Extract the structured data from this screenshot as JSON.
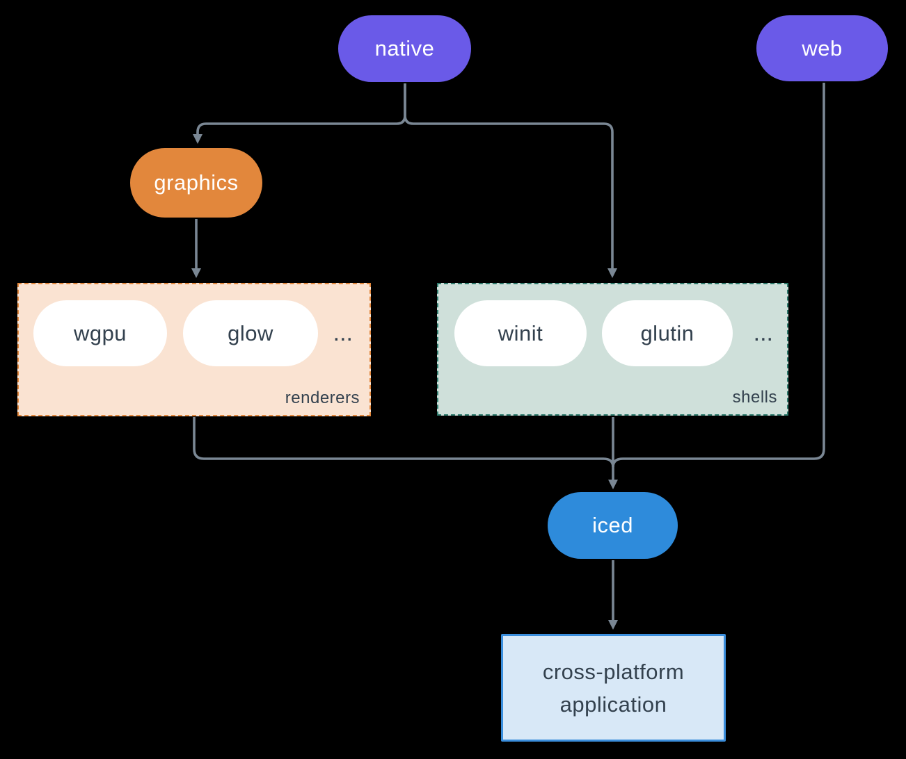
{
  "nodes": {
    "native": {
      "label": "native",
      "color": "#6A5AE8"
    },
    "web": {
      "label": "web",
      "color": "#6A5AE8"
    },
    "graphics": {
      "label": "graphics",
      "color": "#E2873C"
    },
    "iced": {
      "label": "iced",
      "color": "#2E8BDB"
    },
    "app": {
      "lines": [
        "cross-platform",
        "application"
      ],
      "fill": "#D8E8F7",
      "border": "#3B8EDC"
    }
  },
  "groups": {
    "renderers": {
      "label": "renderers",
      "items": [
        "wgpu",
        "glow"
      ],
      "ellipsis": "...",
      "fill": "#FAE3D2",
      "border": "#E2873C"
    },
    "shells": {
      "label": "shells",
      "items": [
        "winit",
        "glutin"
      ],
      "ellipsis": "...",
      "fill": "#CFE0DA",
      "border": "#2E7A6C"
    }
  },
  "edges": [
    {
      "from": "native",
      "to": "graphics"
    },
    {
      "from": "native",
      "to": "shells"
    },
    {
      "from": "graphics",
      "to": "renderers"
    },
    {
      "from": "renderers",
      "to": "iced"
    },
    {
      "from": "shells",
      "to": "iced"
    },
    {
      "from": "web",
      "to": "iced"
    },
    {
      "from": "iced",
      "to": "cross-platform application"
    }
  ],
  "colors": {
    "background": "#000000",
    "line": "#7A8794",
    "text_dark": "#33414E",
    "node_purple": "#6A5AE8",
    "node_orange": "#E2873C",
    "node_blue": "#2E8BDB"
  }
}
